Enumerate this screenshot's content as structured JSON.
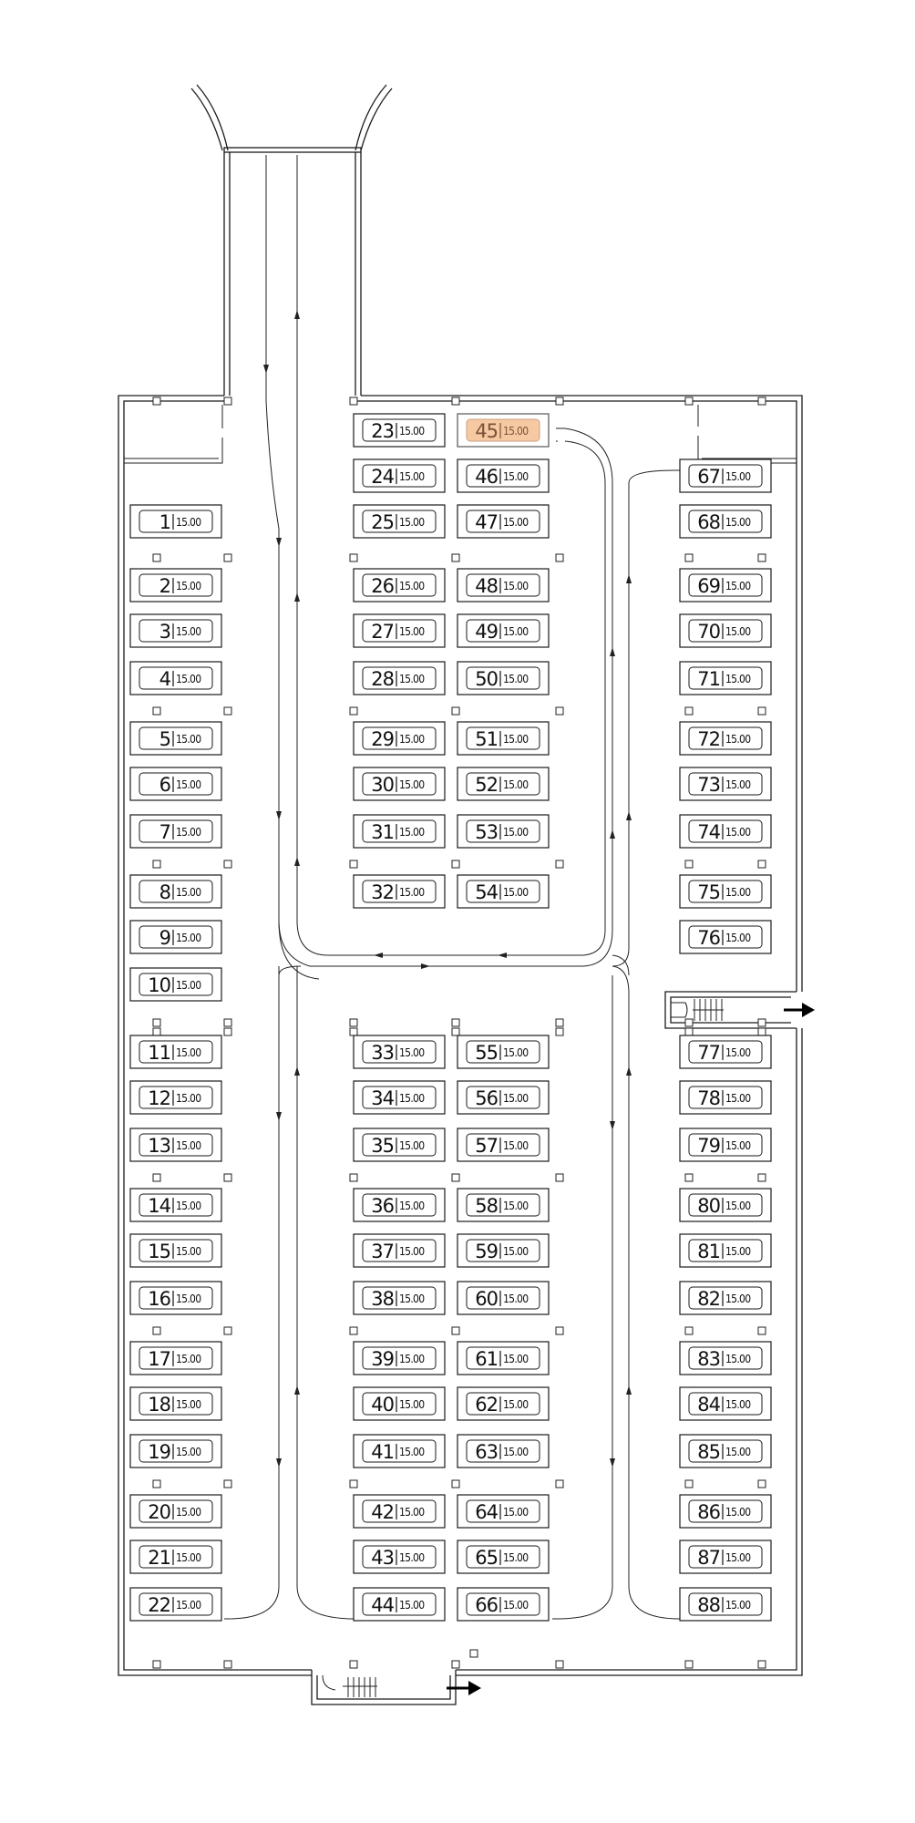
{
  "parking": {
    "selected_slot": "45",
    "slots": [
      {
        "number": "1",
        "price": "15.00"
      },
      {
        "number": "2",
        "price": "15.00"
      },
      {
        "number": "3",
        "price": "15.00"
      },
      {
        "number": "4",
        "price": "15.00"
      },
      {
        "number": "5",
        "price": "15.00"
      },
      {
        "number": "6",
        "price": "15.00"
      },
      {
        "number": "7",
        "price": "15.00"
      },
      {
        "number": "8",
        "price": "15.00"
      },
      {
        "number": "9",
        "price": "15.00"
      },
      {
        "number": "10",
        "price": "15.00"
      },
      {
        "number": "11",
        "price": "15.00"
      },
      {
        "number": "12",
        "price": "15.00"
      },
      {
        "number": "13",
        "price": "15.00"
      },
      {
        "number": "14",
        "price": "15.00"
      },
      {
        "number": "15",
        "price": "15.00"
      },
      {
        "number": "16",
        "price": "15.00"
      },
      {
        "number": "17",
        "price": "15.00"
      },
      {
        "number": "18",
        "price": "15.00"
      },
      {
        "number": "19",
        "price": "15.00"
      },
      {
        "number": "20",
        "price": "15.00"
      },
      {
        "number": "21",
        "price": "15.00"
      },
      {
        "number": "22",
        "price": "15.00"
      },
      {
        "number": "23",
        "price": "15.00"
      },
      {
        "number": "24",
        "price": "15.00"
      },
      {
        "number": "25",
        "price": "15.00"
      },
      {
        "number": "26",
        "price": "15.00"
      },
      {
        "number": "27",
        "price": "15.00"
      },
      {
        "number": "28",
        "price": "15.00"
      },
      {
        "number": "29",
        "price": "15.00"
      },
      {
        "number": "30",
        "price": "15.00"
      },
      {
        "number": "31",
        "price": "15.00"
      },
      {
        "number": "32",
        "price": "15.00"
      },
      {
        "number": "33",
        "price": "15.00"
      },
      {
        "number": "34",
        "price": "15.00"
      },
      {
        "number": "35",
        "price": "15.00"
      },
      {
        "number": "36",
        "price": "15.00"
      },
      {
        "number": "37",
        "price": "15.00"
      },
      {
        "number": "38",
        "price": "15.00"
      },
      {
        "number": "39",
        "price": "15.00"
      },
      {
        "number": "40",
        "price": "15.00"
      },
      {
        "number": "41",
        "price": "15.00"
      },
      {
        "number": "42",
        "price": "15.00"
      },
      {
        "number": "43",
        "price": "15.00"
      },
      {
        "number": "44",
        "price": "15.00"
      },
      {
        "number": "45",
        "price": "15.00"
      },
      {
        "number": "46",
        "price": "15.00"
      },
      {
        "number": "47",
        "price": "15.00"
      },
      {
        "number": "48",
        "price": "15.00"
      },
      {
        "number": "49",
        "price": "15.00"
      },
      {
        "number": "50",
        "price": "15.00"
      },
      {
        "number": "51",
        "price": "15.00"
      },
      {
        "number": "52",
        "price": "15.00"
      },
      {
        "number": "53",
        "price": "15.00"
      },
      {
        "number": "54",
        "price": "15.00"
      },
      {
        "number": "55",
        "price": "15.00"
      },
      {
        "number": "56",
        "price": "15.00"
      },
      {
        "number": "57",
        "price": "15.00"
      },
      {
        "number": "58",
        "price": "15.00"
      },
      {
        "number": "59",
        "price": "15.00"
      },
      {
        "number": "60",
        "price": "15.00"
      },
      {
        "number": "61",
        "price": "15.00"
      },
      {
        "number": "62",
        "price": "15.00"
      },
      {
        "number": "63",
        "price": "15.00"
      },
      {
        "number": "64",
        "price": "15.00"
      },
      {
        "number": "65",
        "price": "15.00"
      },
      {
        "number": "66",
        "price": "15.00"
      },
      {
        "number": "67",
        "price": "15.00"
      },
      {
        "number": "68",
        "price": "15.00"
      },
      {
        "number": "69",
        "price": "15.00"
      },
      {
        "number": "70",
        "price": "15.00"
      },
      {
        "number": "71",
        "price": "15.00"
      },
      {
        "number": "72",
        "price": "15.00"
      },
      {
        "number": "73",
        "price": "15.00"
      },
      {
        "number": "74",
        "price": "15.00"
      },
      {
        "number": "75",
        "price": "15.00"
      },
      {
        "number": "76",
        "price": "15.00"
      },
      {
        "number": "77",
        "price": "15.00"
      },
      {
        "number": "78",
        "price": "15.00"
      },
      {
        "number": "79",
        "price": "15.00"
      },
      {
        "number": "80",
        "price": "15.00"
      },
      {
        "number": "81",
        "price": "15.00"
      },
      {
        "number": "82",
        "price": "15.00"
      },
      {
        "number": "83",
        "price": "15.00"
      },
      {
        "number": "84",
        "price": "15.00"
      },
      {
        "number": "85",
        "price": "15.00"
      },
      {
        "number": "86",
        "price": "15.00"
      },
      {
        "number": "87",
        "price": "15.00"
      },
      {
        "number": "88",
        "price": "15.00"
      }
    ]
  },
  "exits": [
    {
      "name": "exit-arrow-right",
      "icon": "arrow-right-icon"
    },
    {
      "name": "exit-arrow-bottom",
      "icon": "arrow-right-icon"
    }
  ],
  "colors": {
    "selected_slot_fill": "#f7c9a3",
    "line": "#1a1a1a"
  }
}
